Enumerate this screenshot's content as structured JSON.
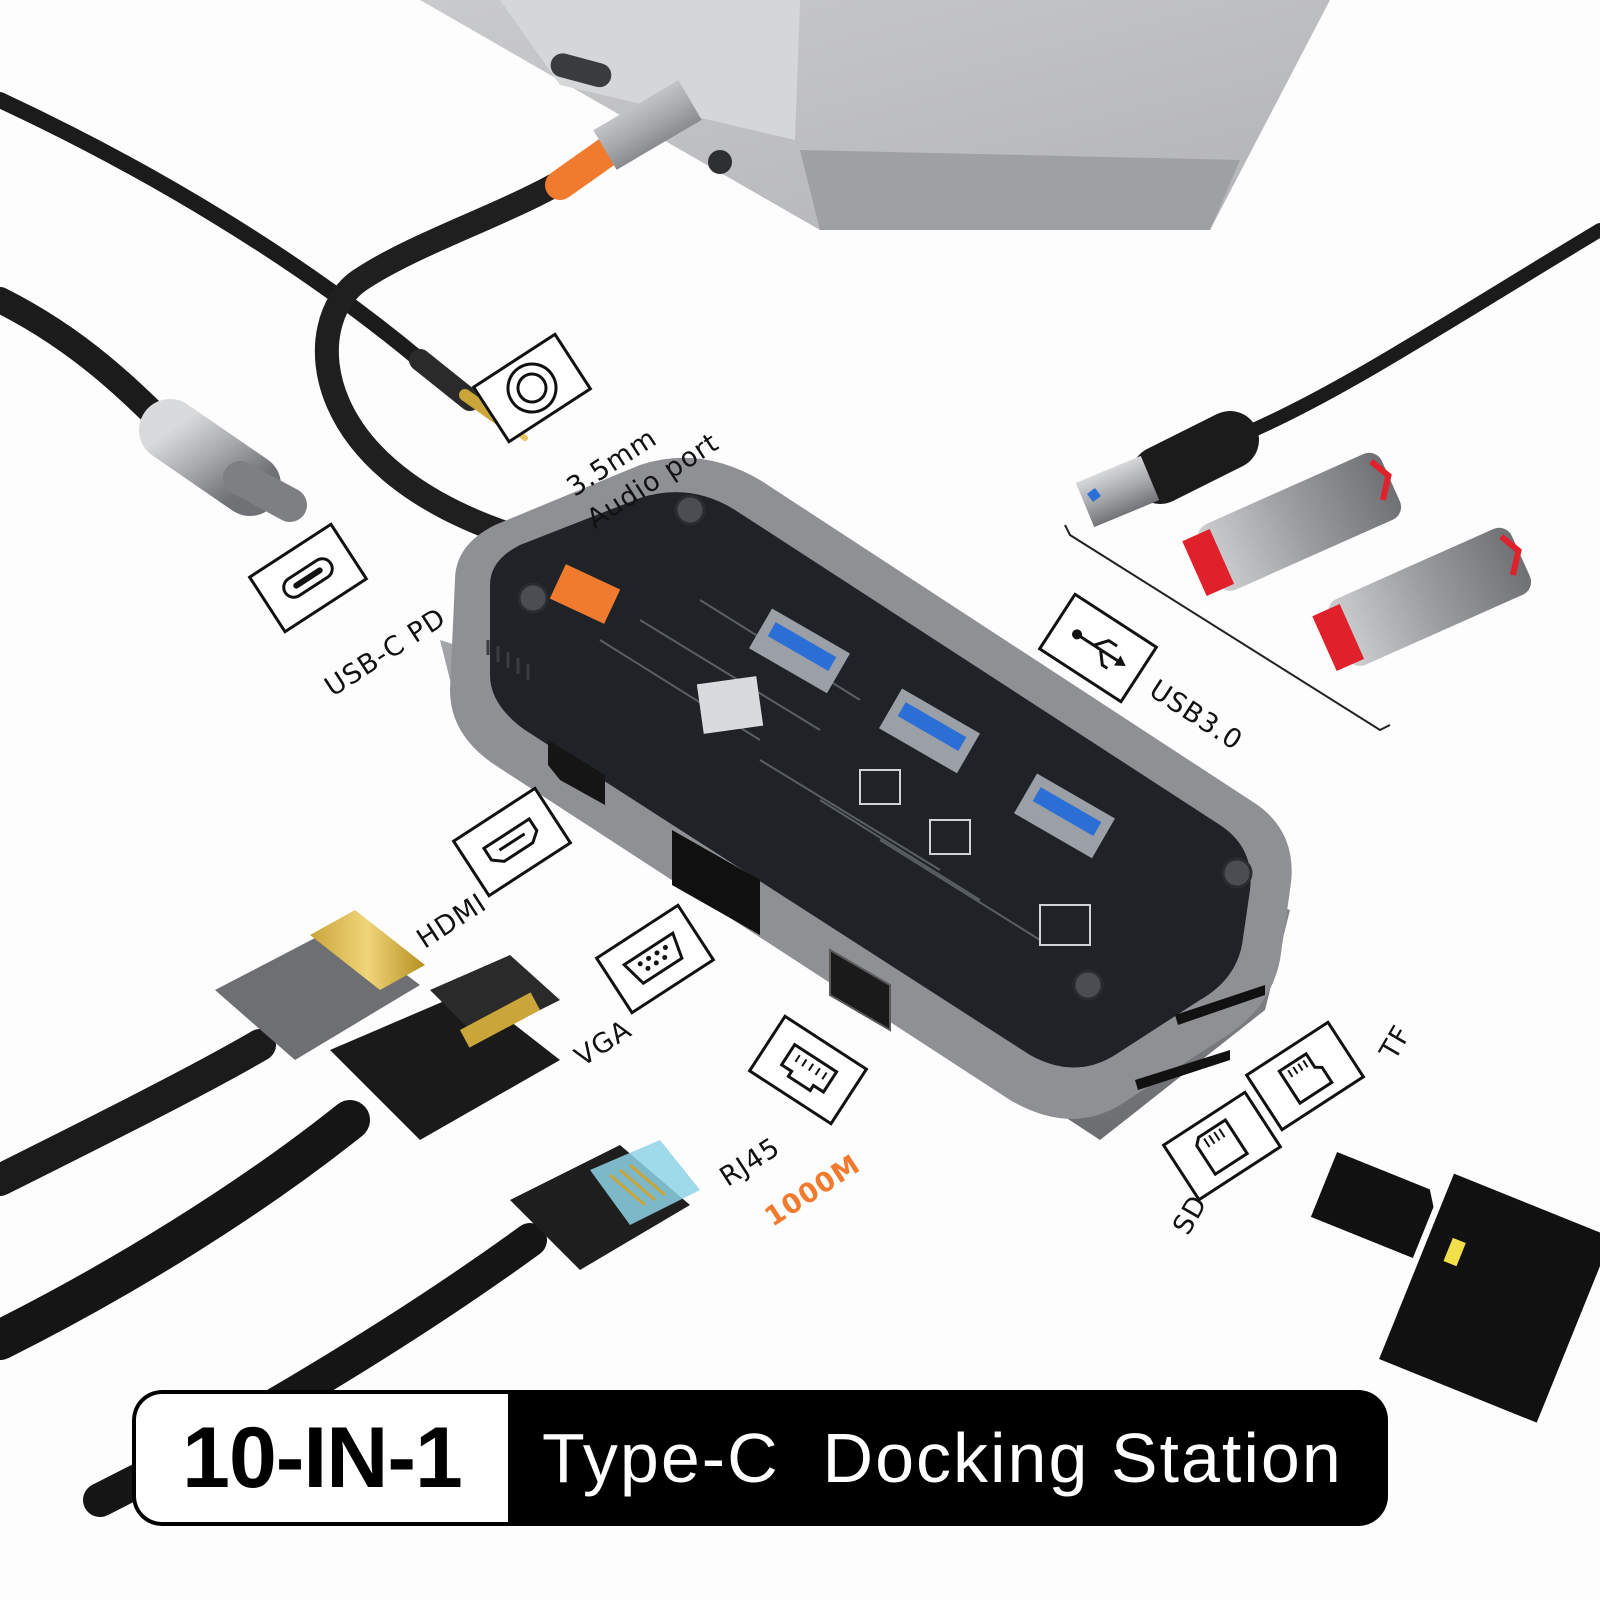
{
  "product": {
    "count_label": "10-IN-1",
    "name_label": "Type-C  Docking Station"
  },
  "ports": {
    "audio_line1": "3.5mm",
    "audio_line2": "Audio port",
    "usbc": "USB-C PD",
    "usb3": "USB3.0",
    "hdmi": "HDMI",
    "vga": "VGA",
    "rj45": "RJ45",
    "rj45_speed": "1000M",
    "tf": "TF",
    "sd": "SD"
  },
  "icons": [
    "audio-icon",
    "usb-c-icon",
    "usb-icon",
    "hdmi-icon",
    "vga-icon",
    "ethernet-icon",
    "tf-card-icon",
    "sd-card-icon"
  ],
  "colors": {
    "accent_orange": "#f07a2e",
    "banner_black": "#000000",
    "hub_gray": "#8e9094",
    "usb_blue": "#2b6fd6",
    "flash_red": "#e0202a"
  }
}
